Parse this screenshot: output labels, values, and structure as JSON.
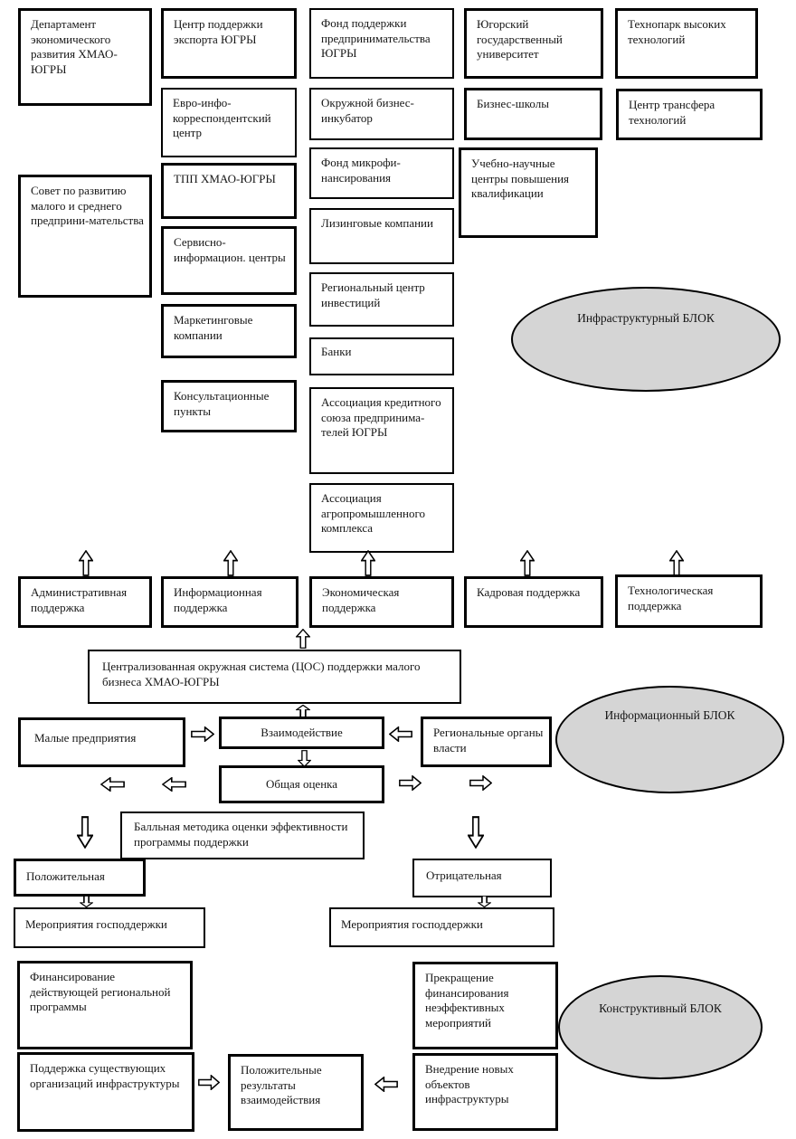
{
  "boxes": {
    "dep_econ": "Департамент экономического развития ХМАО-ЮГРЫ",
    "sovet": "Совет по развитию малого и среднего предприни-мательства",
    "centr_export": "Центр поддержки экспорта ЮГРЫ",
    "evro": "Евро-инфо-корреспондентский центр",
    "tpp": "ТПП ХМАО-ЮГРЫ",
    "servis": "Сервисно-информацион. центры",
    "marketing": "Маркетинговые компании",
    "konsult": "Консультационные пункты",
    "fond_podd": "Фонд поддержки предпринимательства ЮГРЫ",
    "inkubator": "Окружной бизнес-инкубатор",
    "mikrofin": "Фонд микрофи-нансирования",
    "lizing": "Лизинговые компании",
    "reg_centr": "Региональный центр инвестиций",
    "banki": "Банки",
    "assoc_kredit": "Ассоциация кредитного союза предпринима-телей ЮГРЫ",
    "assoc_agro": "Ассоциация агропромышленного комплекса",
    "ugu": "Югорский государственный университет",
    "b_shkoly": "Бизнес-школы",
    "uch_centry": "Учебно-научные центры повышения квалификации",
    "tehnopark": "Технопарк высоких технологий",
    "transfer": "Центр трансфера технологий",
    "admin": "Административная поддержка",
    "inform": "Информационная поддержка",
    "ekonom": "Экономическая поддержка",
    "kadr": "Кадровая поддержка",
    "tehnolog": "Технологическая поддержка",
    "cos": "Централизованная окружная система (ЦОС) поддержки малого бизнеса ХМАО-ЮГРЫ",
    "malye": "Малые предприятия",
    "vzaimod": "Взаимодействие",
    "reg_organy": "Региональные органы власти",
    "obshchaya": "Общая оценка",
    "ballnaya": "Балльная методика оценки эффективности программы поддержки",
    "polozhit": "Положительная",
    "otricat": "Отрицательная",
    "meropr_l": "Мероприятия господдержки",
    "meropr_r": "Мероприятия господдержки",
    "fin": "Финансирование действующей региональной программы",
    "podd_sushch": "Поддержка существующих организаций инфраструктуры",
    "polozh_rez": "Положительные результаты взаимодействия",
    "prekr": "Прекращение финансирования неэффективных мероприятий",
    "vnedr": "Внедрение новых объектов инфраструктуры"
  },
  "ellipses": {
    "infra": "Инфраструктурный БЛОК",
    "info": "Информационный БЛОК",
    "konstr": "Конструктивный БЛОК"
  },
  "colors": {
    "ellipse_fill": "#d5d5d5",
    "line": "#000000",
    "background": "#ffffff"
  }
}
